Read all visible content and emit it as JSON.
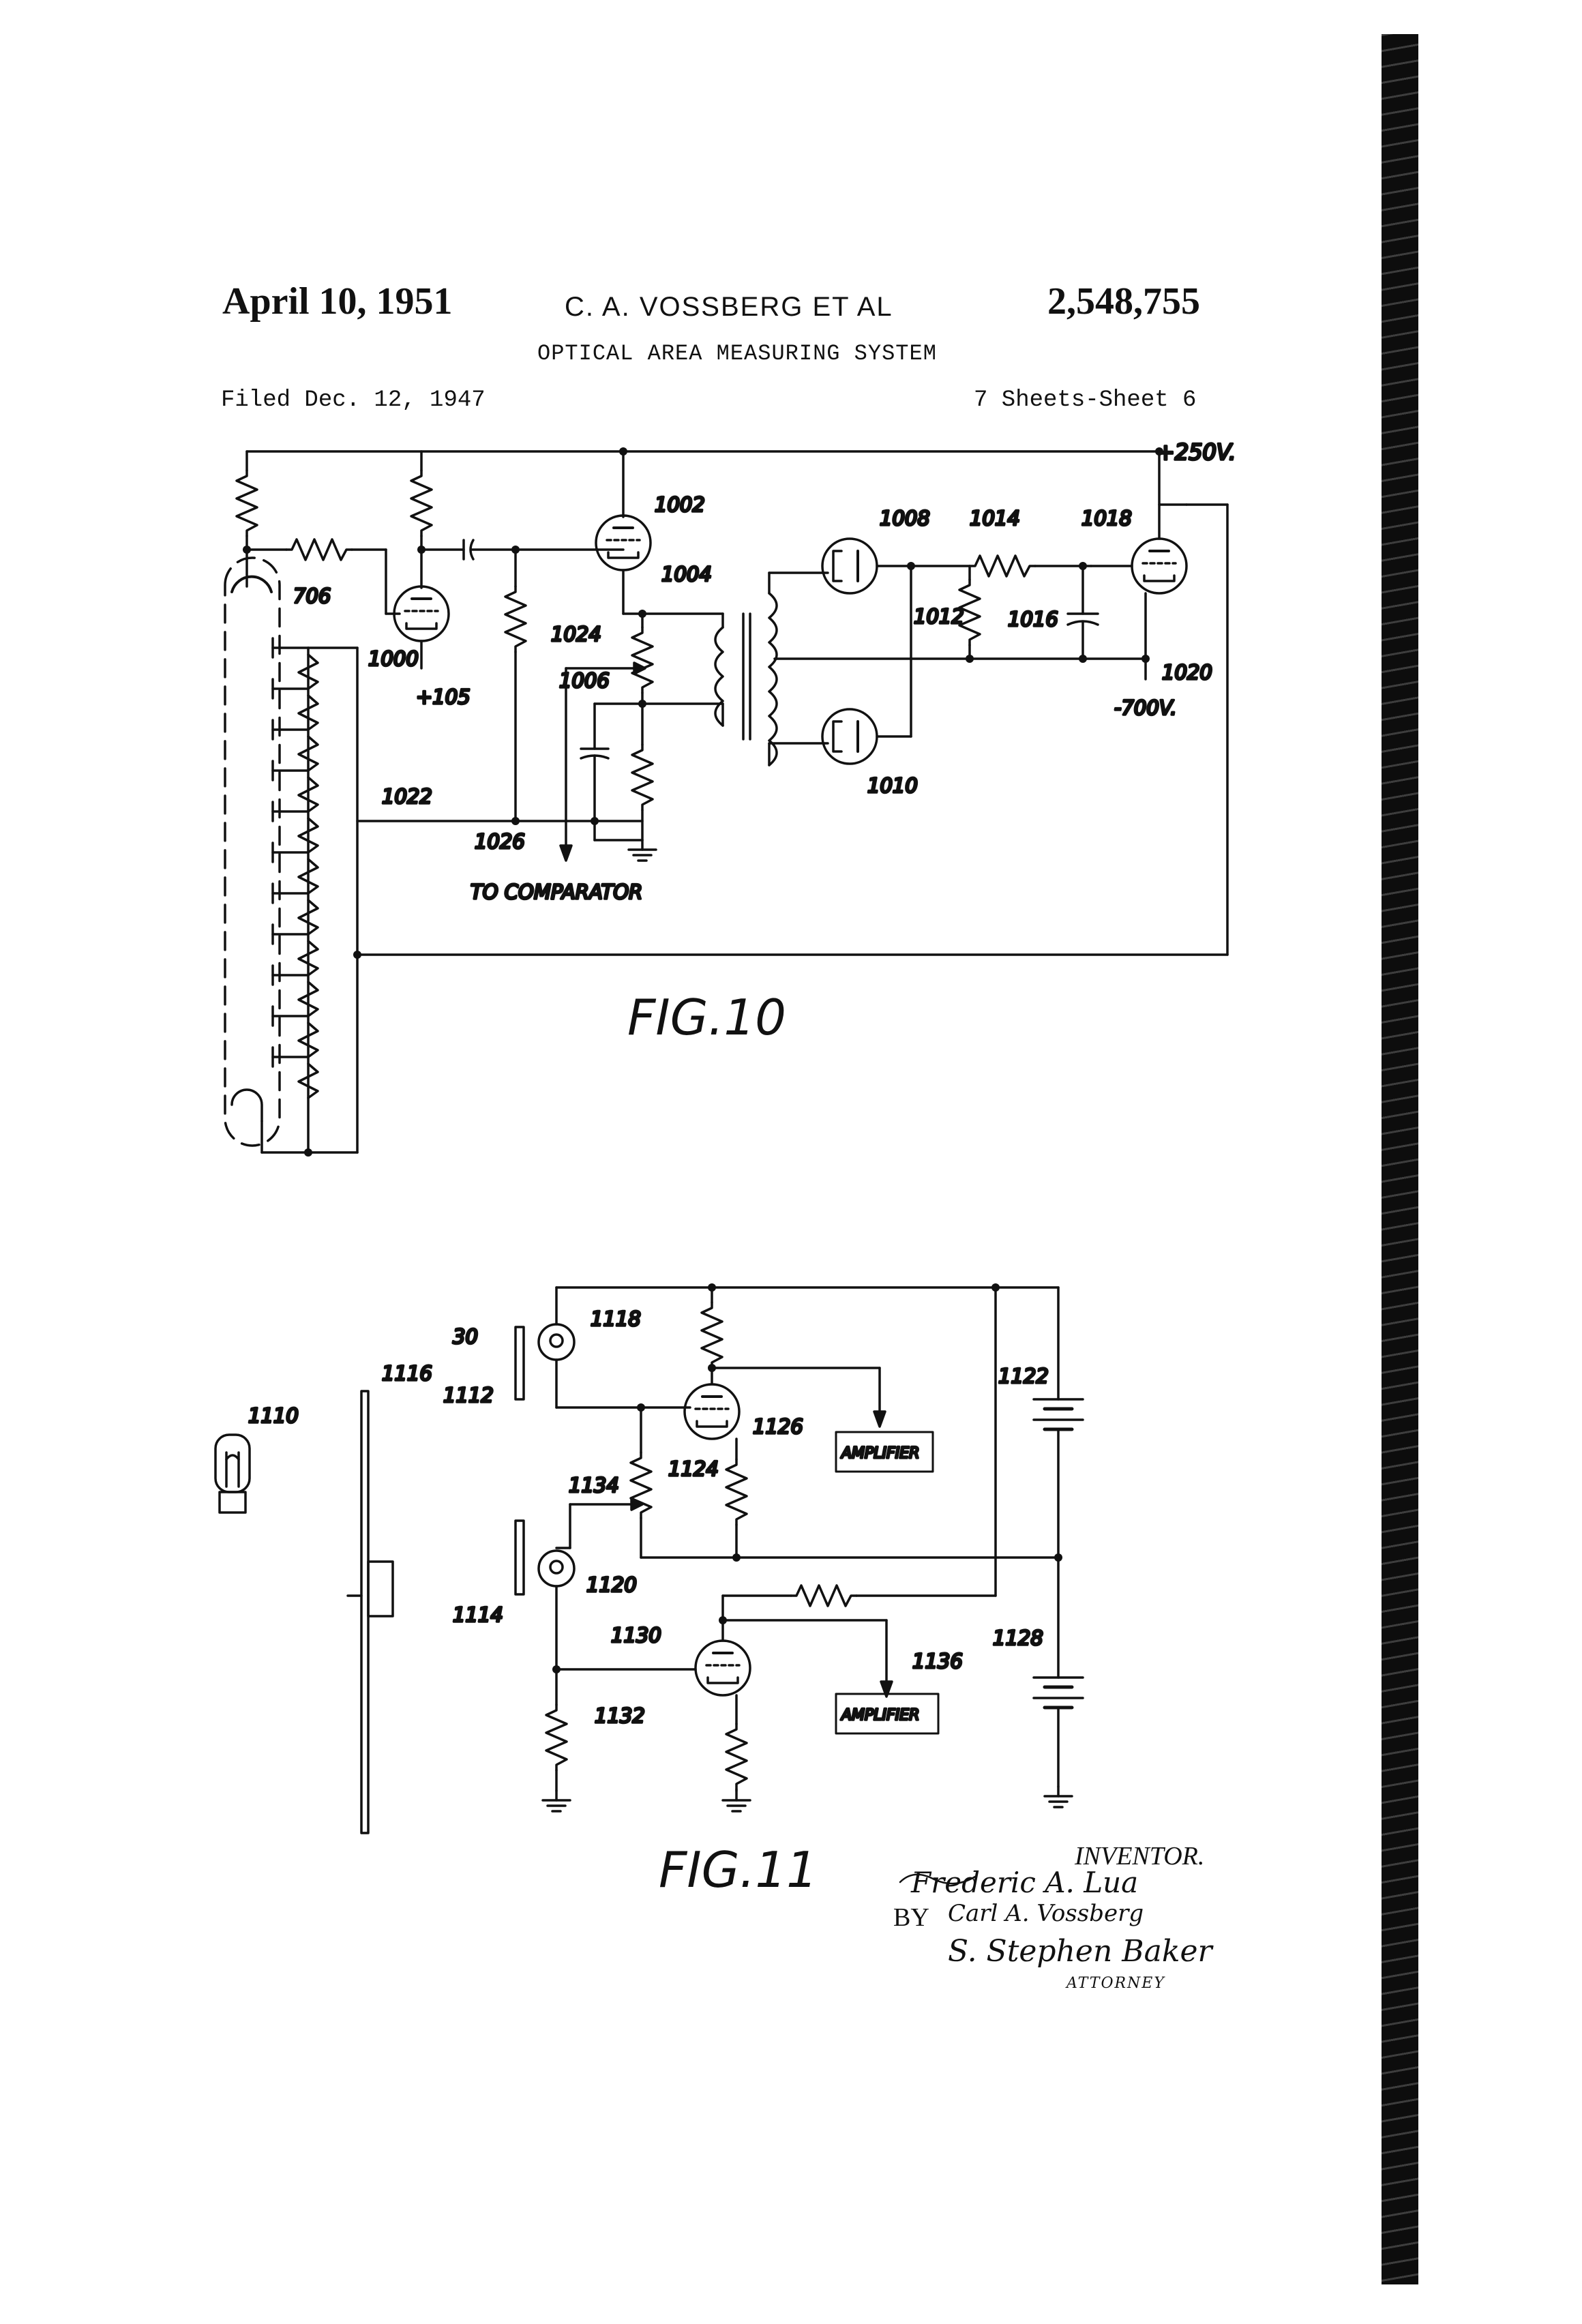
{
  "header": {
    "date": "April 10, 1951",
    "inventors": "C. A. VOSSBERG  ET AL",
    "patent_number": "2,548,755",
    "title": "OPTICAL AREA MEASURING SYSTEM",
    "filed": "Filed Dec. 12, 1947",
    "sheets": "7 Sheets-Sheet 6"
  },
  "fig10": {
    "caption": "FIG.10",
    "labels": {
      "v_plus250": "+250V.",
      "r706": "706",
      "t1000": "1000",
      "v105": "+105",
      "t1002": "1002",
      "tr1004": "1004",
      "p1024": "1024",
      "n1006": "1006",
      "w1022": "1022",
      "w1026": "1026",
      "to_comparator": "TO COMPARATOR",
      "d1008": "1008",
      "r1012": "1012",
      "d1010": "1010",
      "r1014": "1014",
      "c1016": "1016",
      "t1018": "1018",
      "n1020": "1020",
      "v_minus700": "-700V."
    }
  },
  "fig11": {
    "caption": "FIG.11",
    "labels": {
      "l1110": "1110",
      "s1116": "1116",
      "n30": "30",
      "s1112": "1112",
      "p1118": "1118",
      "t1126": "1126",
      "a1_label": "AMPLIFIER",
      "b1122": "1122",
      "p1124": "1124",
      "w1134": "1134",
      "s1114": "1114",
      "p1120": "1120",
      "t1130": "1130",
      "a1136": "1136",
      "a2_label": "AMPLIFIER",
      "b1128": "1128",
      "r1132": "1132"
    }
  },
  "signature": {
    "inventor_label": "INVENTOR.",
    "by_label": "BY",
    "name1": "Frederic A. Lua",
    "name2": "Carl A. Vossberg",
    "name3": "S. Stephen Baker",
    "attorney_label": "ATTORNEY"
  }
}
